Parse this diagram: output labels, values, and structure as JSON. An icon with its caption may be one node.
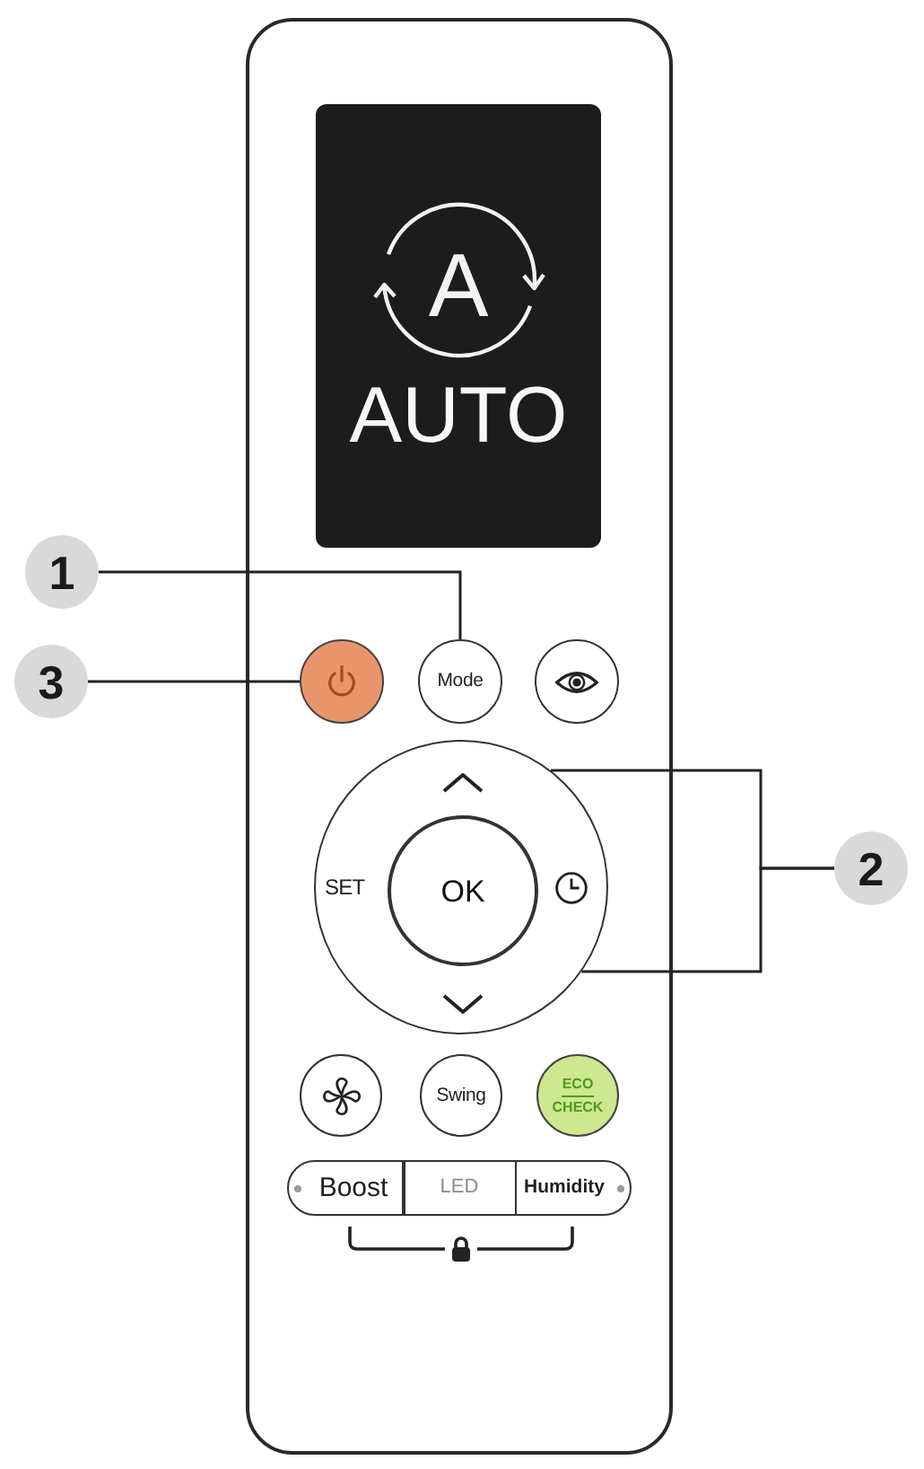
{
  "diagram": {
    "nodes": [
      {
        "text": [
          "A",
          "AUTO"
        ]
      },
      {
        "text": [
          "1"
        ]
      },
      {
        "text": [
          "3"
        ]
      },
      {
        "text": [],
        "shape": "circle"
      },
      {
        "text": [
          "Mode"
        ]
      },
      {
        "text": [],
        "shape": "circle"
      },
      {
        "text": [
          "SET"
        ]
      },
      {
        "text": [
          "OK"
        ],
        "in": 6
      },
      {
        "text": [
          "2"
        ]
      },
      {
        "text": [],
        "shape": "circle"
      },
      {
        "text": [
          "Swing"
        ]
      },
      {
        "text": [
          "ECO",
          "CHECK"
        ]
      },
      {
        "text": [
          "Boost"
        ]
      },
      {
        "text": [
          "LED"
        ]
      },
      {
        "text": [
          "Humidity"
        ]
      }
    ],
    "edges": [
      {
        "from": 1,
        "to": 4,
        "arrow": "none"
      },
      {
        "from": 2,
        "to": 3,
        "arrow": "none"
      },
      {
        "from": 8,
        "to": 6,
        "arrow": "none"
      },
      {
        "from": 8,
        "to": 6,
        "arrow": "none"
      }
    ]
  }
}
